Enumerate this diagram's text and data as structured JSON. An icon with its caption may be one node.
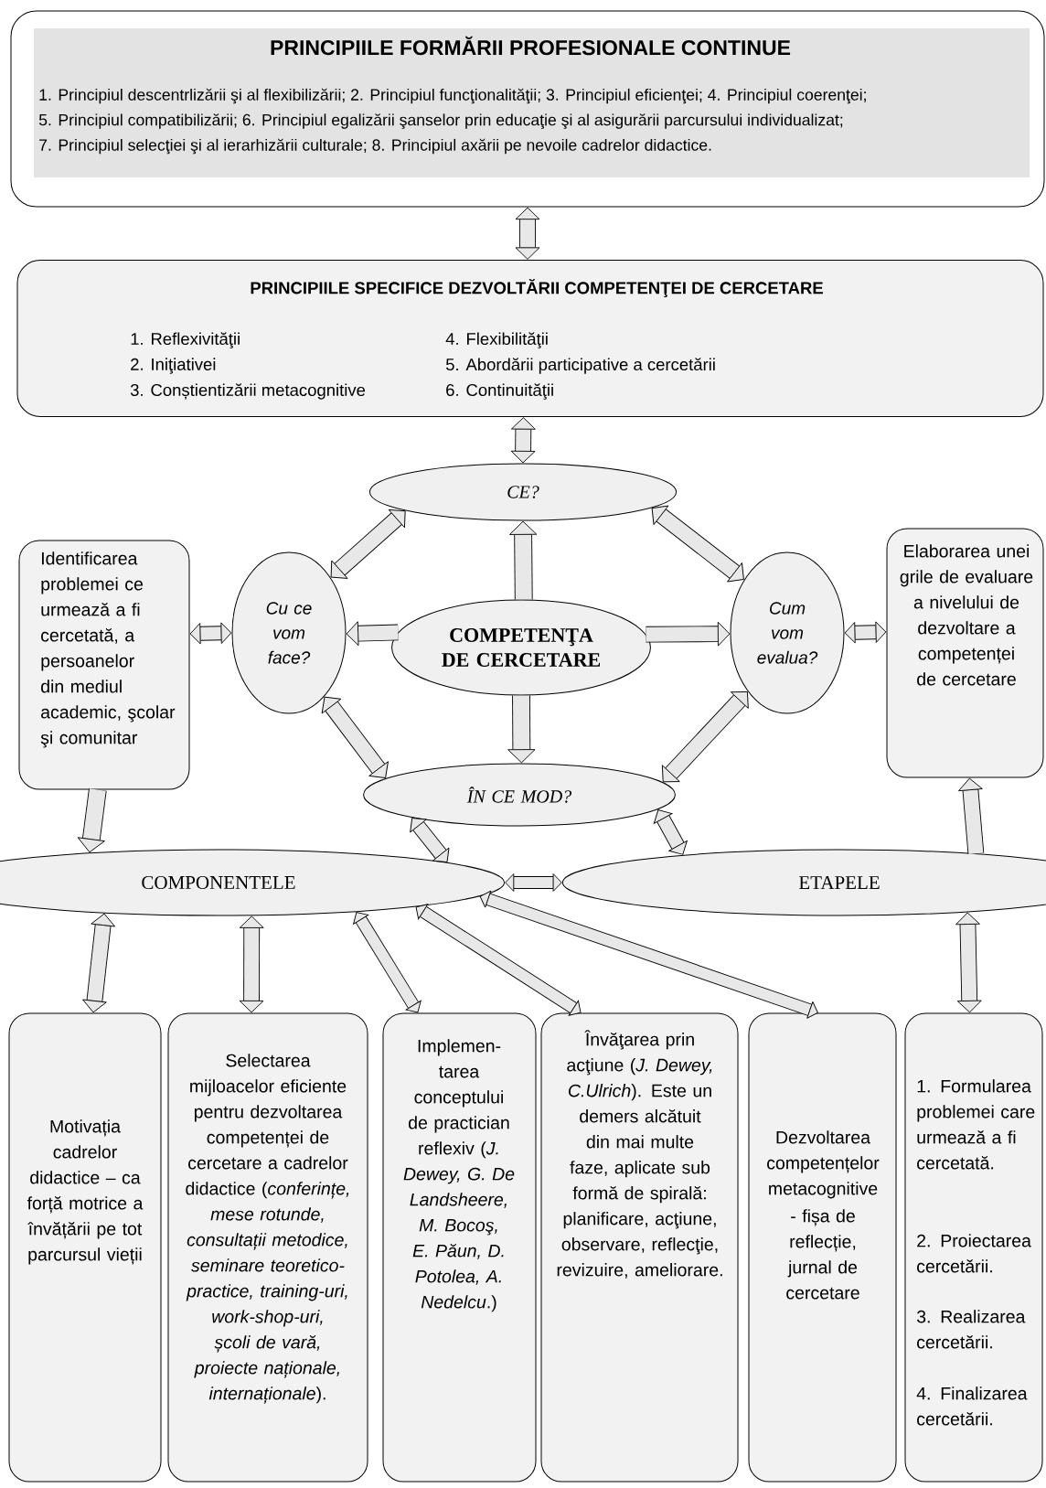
{
  "diagram": {
    "nodes": [
      {
        "text": [
          "PRINCIPIILE FORMĂRII PROFESIONALE CONTINUE",
          "1. Principiul descentrlizării şi al flexibilizării; 2. Principiul funcţionalităţii; 3. Principiul eficienţei; 4. Principiul coerenţei;",
          "5. Principiul compatibilizării; 6. Principiul egalizării şanselor prin educaţie şi al asigurării parcursului individualizat;",
          "7. Principiul selecţiei şi al ierarhizării culturale;  8. Principiul axării pe nevoile cadrelor didactice."
        ]
      },
      {
        "text": [
          "PRINCIPIILE SPECIFICE  DEZVOLTĂRII COMPETENŢEI  DE CERCETARE",
          "1. Reflexivităţii",
          "2. Iniţiativei",
          "3. Conștientizării metacognitive",
          "4. Flexibilităţii",
          "5.  Abordării participative a cercetării",
          "6.  Continuităţii"
        ]
      },
      {
        "text": [
          "CE?"
        ]
      },
      {
        "text": [
          "Cu ce vom face?"
        ]
      },
      {
        "text": [
          "COMPETENŢA DE CERCETARE"
        ]
      },
      {
        "text": [
          "Cum vom evalua?"
        ]
      },
      {
        "text": [
          "ÎN CE MOD?"
        ]
      },
      {
        "text": [
          "Identificarea problemei ce urmează a fi cercetată, a persoanelor din mediul academic, şcolar şi comunitar"
        ]
      },
      {
        "text": [
          "Elaborarea unei grile de evaluare a nivelului de dezvoltare a competenței de cercetare"
        ]
      },
      {
        "text": [
          "COMPONENTELE"
        ]
      },
      {
        "text": [
          "ETAPELE"
        ]
      },
      {
        "text": [
          "Motivația cadrelor didactice – ca forță motrice a învățării pe tot parcursul vieții"
        ]
      },
      {
        "text": [
          "Selectarea mijloacelor eficiente pentru dezvoltarea competenței de cercetare a cadrelor didactice (*conferințe, mese rotunde, consultații metodice, seminare teoretico-practice, training-uri,  work-shop-uri, școli de vară, proiecte naționale, internaționale*)."
        ]
      },
      {
        "text": [
          "Implemen-tarea conceptului de practician reflexiv (*J. Dewey, G. De Landsheere, M. Bocoş, E. Păun, D. Potolea, A. Nedelcu*.)"
        ]
      },
      {
        "text": [
          "Învăţarea prin acţiune (*J. Dewey, C.Ulrich*). Este un demers alcătuit din mai multe faze, aplicate sub formă de spirală: planificare, acţiune, observare, reflecţie, revizuire, ameliorare."
        ]
      },
      {
        "text": [
          "Dezvoltarea competențelor metacognitive",
          "- fișa de reflecție, jurnal de cercetare"
        ]
      },
      {
        "text": [
          "1. Formularea problemei care urmează a fi cercetată.",
          "2. Proiectarea cercetării.",
          "3. Realizarea cercetării.",
          "4. Finalizarea cercetării."
        ]
      }
    ],
    "edges": [
      {
        "from": 0,
        "to": 1,
        "arrow": "both"
      },
      {
        "from": 1,
        "to": 2,
        "arrow": "both"
      },
      {
        "from": 2,
        "to": 3,
        "arrow": "both"
      },
      {
        "from": 2,
        "to": 5,
        "arrow": "both"
      },
      {
        "from": 4,
        "to": 2,
        "arrow": "to"
      },
      {
        "from": 4,
        "to": 3,
        "arrow": "to"
      },
      {
        "from": 4,
        "to": 5,
        "arrow": "to"
      },
      {
        "from": 4,
        "to": 6,
        "arrow": "to"
      },
      {
        "from": 3,
        "to": 6,
        "arrow": "both"
      },
      {
        "from": 5,
        "to": 6,
        "arrow": "both"
      },
      {
        "from": 7,
        "to": 3,
        "arrow": "both"
      },
      {
        "from": 5,
        "to": 8,
        "arrow": "both"
      },
      {
        "from": 7,
        "to": 9,
        "arrow": "to"
      },
      {
        "from": 6,
        "to": 9,
        "arrow": "both"
      },
      {
        "from": 6,
        "to": 10,
        "arrow": "both"
      },
      {
        "from": 9,
        "to": 10,
        "arrow": "both"
      },
      {
        "from": 10,
        "to": 8,
        "arrow": "to"
      },
      {
        "from": 9,
        "to": 11,
        "arrow": "both"
      },
      {
        "from": 9,
        "to": 12,
        "arrow": "both"
      },
      {
        "from": 9,
        "to": 13,
        "arrow": "both"
      },
      {
        "from": 9,
        "to": 14,
        "arrow": "both"
      },
      {
        "from": 9,
        "to": 15,
        "arrow": "both"
      },
      {
        "from": 10,
        "to": 16,
        "arrow": "both"
      }
    ]
  }
}
